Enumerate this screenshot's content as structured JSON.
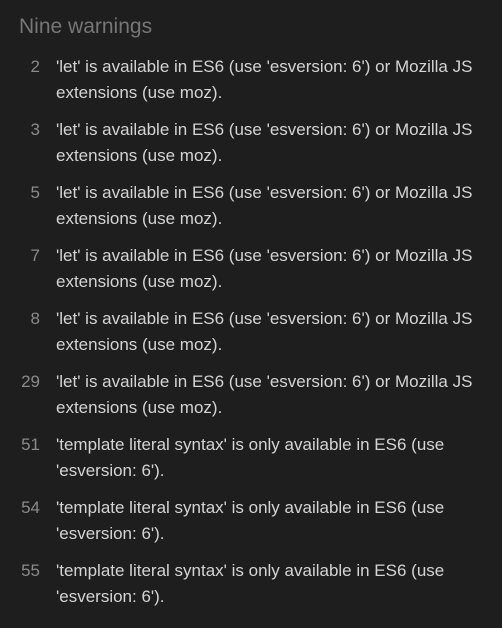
{
  "title": "Nine warnings",
  "warnings": [
    {
      "line": "2",
      "message": "'let' is available in ES6 (use 'esversion: 6') or Mozilla JS extensions (use moz)."
    },
    {
      "line": "3",
      "message": "'let' is available in ES6 (use 'esversion: 6') or Mozilla JS extensions (use moz)."
    },
    {
      "line": "5",
      "message": "'let' is available in ES6 (use 'esversion: 6') or Mozilla JS extensions (use moz)."
    },
    {
      "line": "7",
      "message": "'let' is available in ES6 (use 'esversion: 6') or Mozilla JS extensions (use moz)."
    },
    {
      "line": "8",
      "message": "'let' is available in ES6 (use 'esversion: 6') or Mozilla JS extensions (use moz)."
    },
    {
      "line": "29",
      "message": "'let' is available in ES6 (use 'esversion: 6') or Mozilla JS extensions (use moz)."
    },
    {
      "line": "51",
      "message": "'template literal syntax' is only available in ES6 (use 'esversion: 6')."
    },
    {
      "line": "54",
      "message": "'template literal syntax' is only available in ES6 (use 'esversion: 6')."
    },
    {
      "line": "55",
      "message": "'template literal syntax' is only available in ES6 (use 'esversion: 6')."
    }
  ]
}
